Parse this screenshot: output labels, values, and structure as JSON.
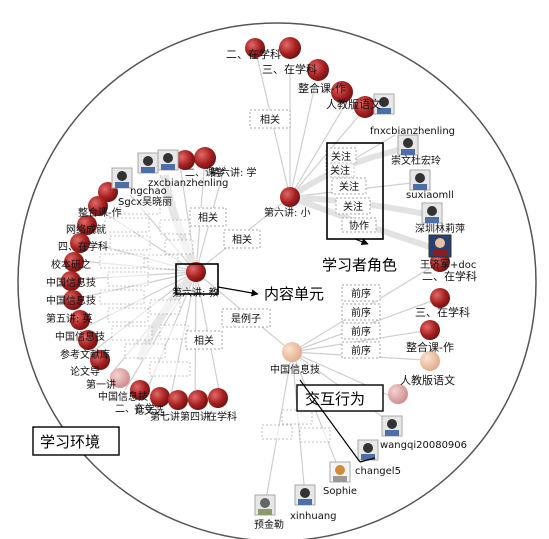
{
  "callouts": {
    "content_unit": "内容单元",
    "learner_role": "学习者角色",
    "interaction": "交互行为",
    "environment": "学习环境"
  },
  "top_cluster": {
    "course_labels": [
      "二、在学科",
      "三、在学科",
      "整合课-作",
      "人教版语文"
    ],
    "users": [
      "fnxcbianzhenling",
      "崇文杜宏玲",
      "suxiaomll",
      "深圳林莉萍",
      "王济军+doc"
    ],
    "relations": [
      "关注",
      "关注",
      "关注",
      "关注",
      "协作"
    ],
    "hub": "第六讲: 小"
  },
  "left_cluster": {
    "labels": [
      "二、课学",
      "zxcbianzhenling",
      "ngchao",
      "Sgcx吴晓丽",
      "整合课-作",
      "网络成就",
      "四、在学科",
      "校本研之",
      "中国信息技",
      "中国信息技",
      "第五讲: 英",
      "中国信息技",
      "参考文献库",
      "论文导",
      "第一讲",
      "中国信息技",
      "二、在学",
      "论文选",
      "第七讲",
      "第四讲",
      "在学科",
      "第六讲: 学"
    ],
    "hub": "第六讲: 教",
    "relations": [
      "相关",
      "相关",
      "相关",
      "是例子"
    ]
  },
  "right_cluster": {
    "course_labels": [
      "二、在学科",
      "三、在学科",
      "整合课-作",
      "人教版语文"
    ],
    "relations": [
      "前序",
      "前序",
      "前序",
      "前序"
    ],
    "hub": "中国信息技",
    "users": [
      "wangqi20080906",
      "changel5",
      "Sophie",
      "xinhuang",
      "预金勒"
    ]
  },
  "colors": {
    "node_red": "#b02a2a",
    "node_pink": "#d98c8c",
    "avatar_blue": "#5a7bb5",
    "edge": "#c8c8c8"
  }
}
